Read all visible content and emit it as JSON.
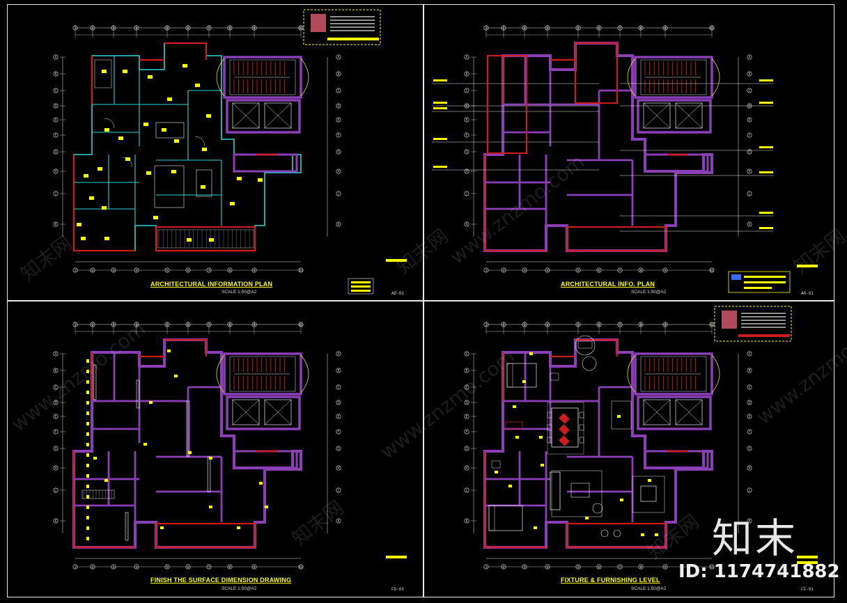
{
  "sheets": [
    {
      "title": "ARCHITECTURAL INFORMATION PLAN",
      "scale": "SCALE 1:50@A2",
      "sheet_no": "AD-01"
    },
    {
      "title": "ARCHITECTURAL INFO. PLAN",
      "scale": "SCALE 1:50@A2",
      "sheet_no": "AR-01"
    },
    {
      "title": "FINISH THE SURFACE DIMENSION DRAWING",
      "scale": "SCALE 1:50@A2",
      "sheet_no": "FD-01"
    },
    {
      "title": "FIXTURE & FURNISHING LEVEL",
      "scale": "SCALE 1:50@A2",
      "sheet_no": "FF-01"
    }
  ],
  "grid_numbers": [
    "1",
    "2",
    "3",
    "4",
    "5",
    "6",
    "7",
    "8",
    "9",
    "10"
  ],
  "grid_letters": [
    "A",
    "B",
    "C",
    "D",
    "E",
    "F",
    "G",
    "H",
    "J",
    "K"
  ],
  "watermark": {
    "site": "www.znzmo.com",
    "cn": "知末网"
  },
  "brand": {
    "logo_text": "知末",
    "id_text": "ID: 1174741882"
  },
  "colors": {
    "background": "#000000",
    "wall": "#cc1c1c",
    "partition": "#8a3fb6",
    "cyan": "#2ad4d4",
    "yellow": "#ffff00",
    "white": "#e8e8e8",
    "blue": "#3b6cff",
    "green": "#2fbf2f"
  }
}
